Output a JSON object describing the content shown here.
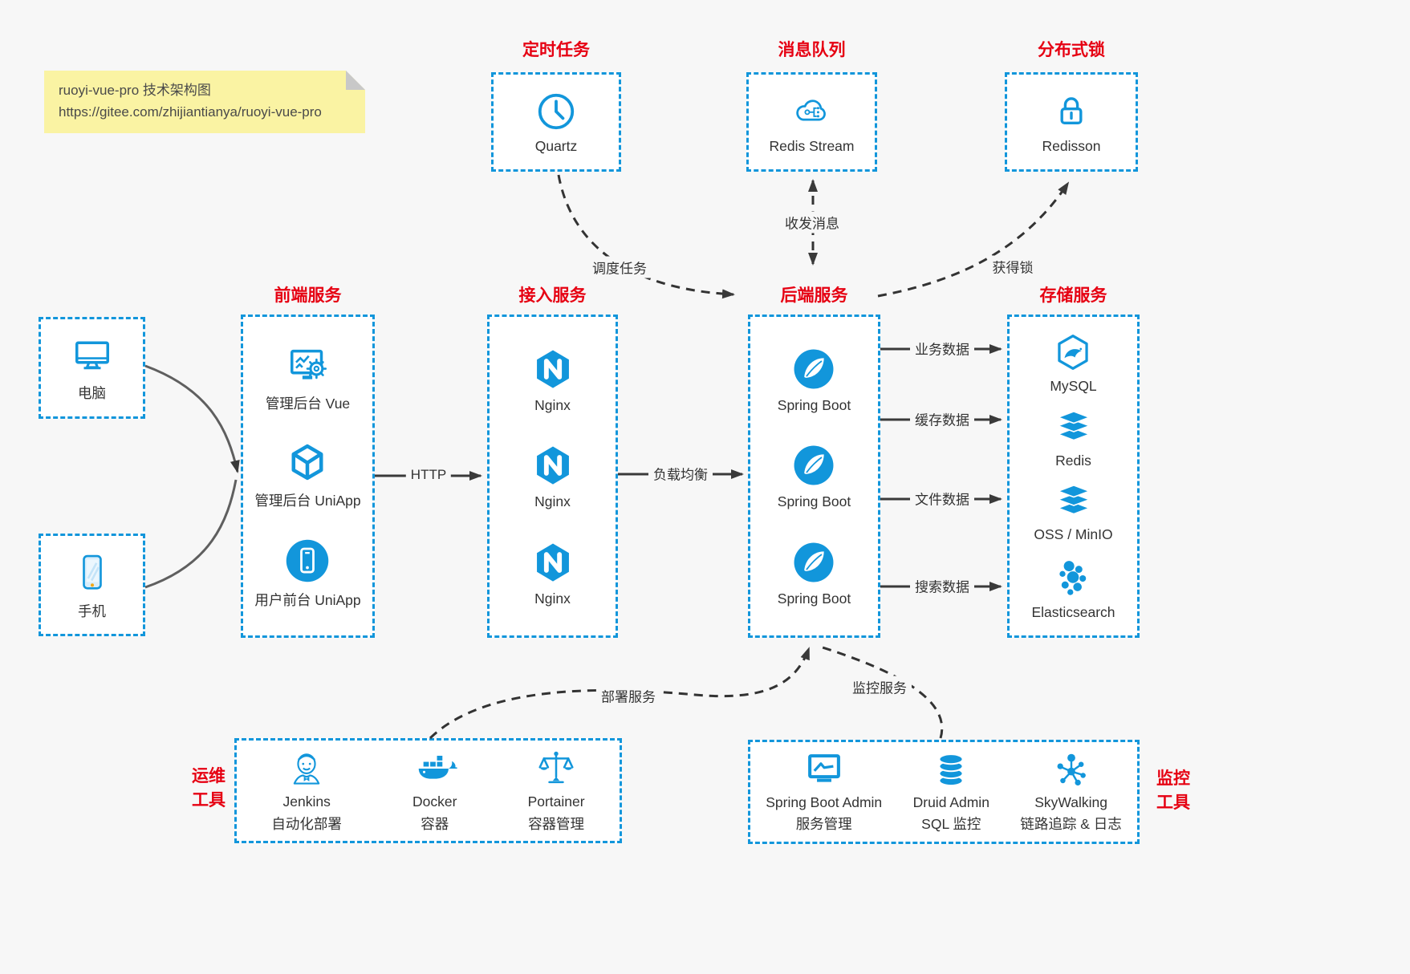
{
  "colors": {
    "accent_blue": "#1296db",
    "title_red": "#e60012",
    "note_bg": "#faf3a3",
    "canvas_bg": "#f7f7f7"
  },
  "note": {
    "line1": "ruoyi-vue-pro 技术架构图",
    "line2": "https://gitee.com/zhijiantianya/ruoyi-vue-pro"
  },
  "top_groups": [
    {
      "title": "定时任务",
      "item": "Quartz",
      "icon": "clock-icon"
    },
    {
      "title": "消息队列",
      "item": "Redis Stream",
      "icon": "cloud-stream-icon"
    },
    {
      "title": "分布式锁",
      "item": "Redisson",
      "icon": "lock-icon"
    }
  ],
  "clients": [
    {
      "label": "电脑",
      "icon": "desktop-icon"
    },
    {
      "label": "手机",
      "icon": "phone-icon"
    }
  ],
  "columns": [
    {
      "title": "前端服务",
      "items": [
        "管理后台 Vue",
        "管理后台 UniApp",
        "用户前台 UniApp"
      ]
    },
    {
      "title": "接入服务",
      "items": [
        "Nginx",
        "Nginx",
        "Nginx"
      ]
    },
    {
      "title": "后端服务",
      "items": [
        "Spring Boot",
        "Spring Boot",
        "Spring Boot"
      ]
    },
    {
      "title": "存储服务",
      "items": [
        "MySQL",
        "Redis",
        "OSS / MinIO",
        "Elasticsearch"
      ]
    }
  ],
  "edges": {
    "http": "HTTP",
    "load_balance": "负载均衡",
    "schedule": "调度任务",
    "message": "收发消息",
    "lock": "获得锁",
    "business": "业务数据",
    "cache": "缓存数据",
    "file": "文件数据",
    "search": "搜索数据",
    "deploy": "部署服务",
    "monitor": "监控服务"
  },
  "bottom_groups": [
    {
      "label_line1": "运维",
      "label_line2": "工具",
      "items": [
        {
          "name": "Jenkins",
          "desc": "自动化部署"
        },
        {
          "name": "Docker",
          "desc": "容器"
        },
        {
          "name": "Portainer",
          "desc": "容器管理"
        }
      ]
    },
    {
      "label_line1": "监控",
      "label_line2": "工具",
      "items": [
        {
          "name": "Spring Boot Admin",
          "desc": "服务管理"
        },
        {
          "name": "Druid Admin",
          "desc": "SQL 监控"
        },
        {
          "name": "SkyWalking",
          "desc": "链路追踪 & 日志"
        }
      ]
    }
  ]
}
